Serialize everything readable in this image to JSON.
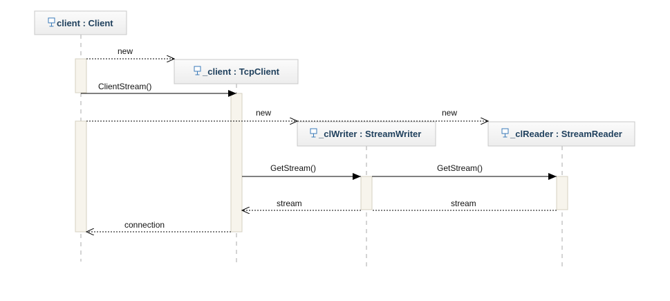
{
  "diagram": {
    "objects": [
      {
        "id": "client",
        "label": "client : Client"
      },
      {
        "id": "tcp",
        "label": "_client : TcpClient"
      },
      {
        "id": "writer",
        "label": "_clWriter : StreamWriter"
      },
      {
        "id": "reader",
        "label": "_clReader : StreamReader"
      }
    ],
    "messages": [
      {
        "id": "m1",
        "label": "new"
      },
      {
        "id": "m2",
        "label": "ClientStream()"
      },
      {
        "id": "m3",
        "label": "new"
      },
      {
        "id": "m4",
        "label": "new"
      },
      {
        "id": "m5",
        "label": "GetStream()"
      },
      {
        "id": "m6",
        "label": "GetStream()"
      },
      {
        "id": "m7",
        "label": "stream"
      },
      {
        "id": "m8",
        "label": "stream"
      },
      {
        "id": "m9",
        "label": "connection"
      }
    ],
    "colors": {
      "box_border": "#c8c8c8",
      "box_fill": "#f4f4f4",
      "label": "#1e3f5c",
      "activation_fill": "#f7f4ec",
      "activation_border": "#d6d0c0",
      "line": "#000000",
      "icon": "#3a7ab8"
    }
  }
}
